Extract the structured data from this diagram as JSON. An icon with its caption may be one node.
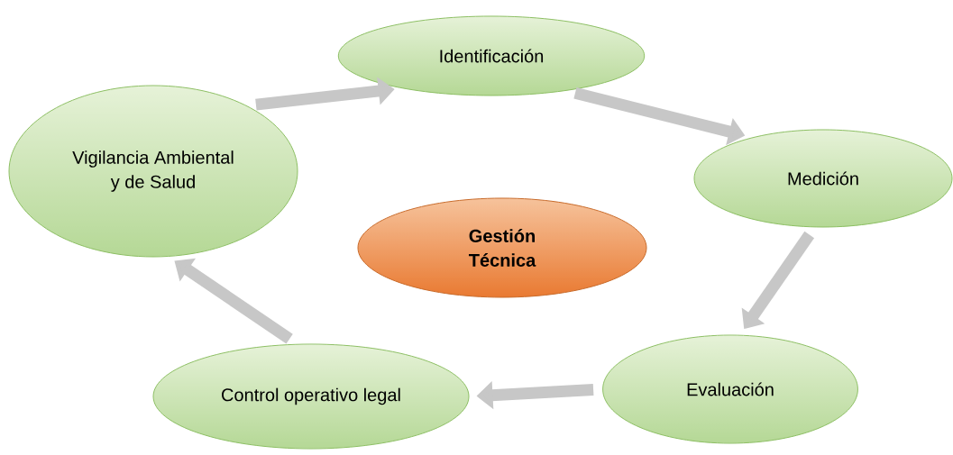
{
  "diagram": {
    "nodes": [
      {
        "text": [
          "Identificación"
        ]
      },
      {
        "text": [
          "Medición"
        ]
      },
      {
        "text": [
          "Evaluación"
        ]
      },
      {
        "text": [
          "Control operativo legal"
        ]
      },
      {
        "text": [
          "Vigilancia Ambiental y de Salud"
        ]
      },
      {
        "text": [
          "Gestión Técnica"
        ]
      }
    ],
    "edges": [
      {
        "from": 4,
        "to": 0,
        "arrow": "to"
      },
      {
        "from": 0,
        "to": 1,
        "arrow": "to"
      },
      {
        "from": 1,
        "to": 2,
        "arrow": "to"
      },
      {
        "from": 2,
        "to": 3,
        "arrow": "to"
      },
      {
        "from": 3,
        "to": 4,
        "arrow": "to"
      }
    ]
  }
}
